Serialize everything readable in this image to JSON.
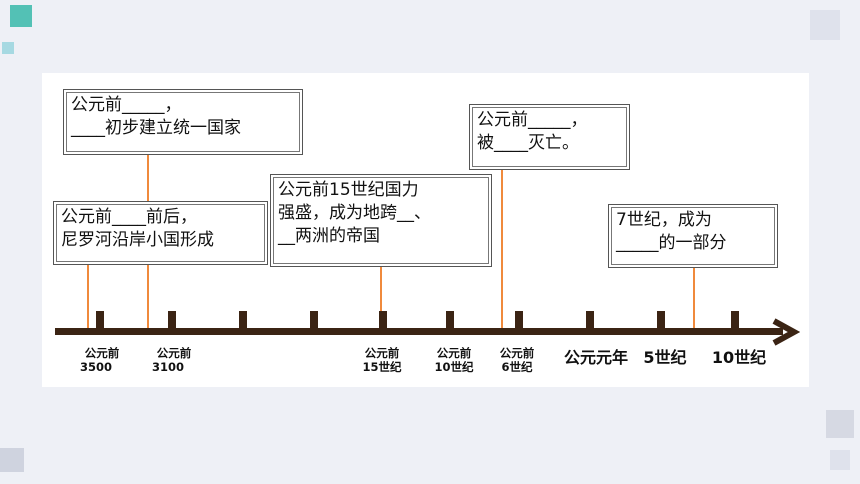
{
  "boxes": {
    "b1": [
      "公元前_____，",
      "____初步建立统一国家"
    ],
    "b2": [
      "公元前____前后，",
      "尼罗河沿岸小国形成"
    ],
    "b3": [
      "公元前15世纪国力",
      "强盛，成为地跨__、",
      "__两洲的帝国"
    ],
    "b4": [
      "公元前_____，",
      "被____灭亡。"
    ],
    "b5": [
      "7世纪，成为",
      "_____的一部分"
    ]
  },
  "labels": [
    {
      "line1": "公元前",
      "line2": "3500"
    },
    {
      "line1": "公元前",
      "line2": "3100"
    },
    {
      "line1": "公元前",
      "line2": "15世纪"
    },
    {
      "line1": "公元前",
      "line2": "10世纪"
    },
    {
      "line1": "公元前",
      "line2": "6世纪"
    },
    {
      "line1": "公元元年"
    },
    {
      "line1": "5世纪"
    },
    {
      "line1": "10世纪"
    }
  ],
  "colors": {
    "connector": "#f08a3c",
    "axis": "#3b2414",
    "box_border": "#555555"
  }
}
